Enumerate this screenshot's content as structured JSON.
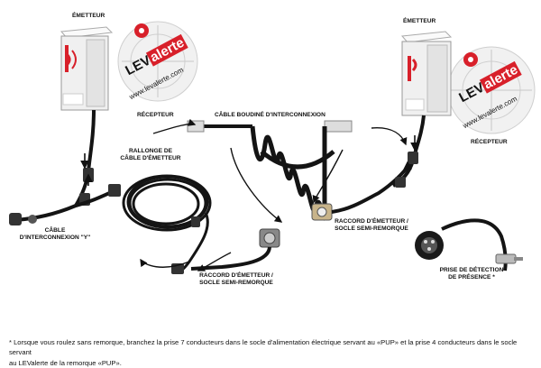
{
  "labels": {
    "emetteur_left": "ÉMETTEUR",
    "recepteur_left": "RÉCEPTEUR",
    "emetteur_right": "ÉMETTEUR",
    "recepteur_right": "RÉCEPTEUR",
    "cable_boudine": "CÂBLE BOUDINÉ D'INTERCONNEXION",
    "rallonge_line1": "RALLONGE DE",
    "rallonge_line2": "CÂBLE D'ÉMETTEUR",
    "cable_y_line1": "CÂBLE",
    "cable_y_line2": "D'INTERCONNEXION \"Y\"",
    "raccord_left_line1": "RACCORD D'ÉMETTEUR /",
    "raccord_left_line2": "SOCLE SEMI-REMORQUE",
    "raccord_right_line1": "RACCORD D'ÉMETTEUR /",
    "raccord_right_line2": "SOCLE SEMI-REMORQUE",
    "prise_line1": "PRISE DE DÉTECTION",
    "prise_line2": "DE PRÉSENCE *"
  },
  "logo": {
    "brand_prefix": "LEV",
    "brand_suffix": "alerte",
    "url": "www.levalerte.com"
  },
  "footnote": {
    "line1": "* Lorsque vous roulez sans remorque, branchez la prise 7 conducteurs dans le socle d'alimentation électrique servant au «PUP» et la prise 4 conducteurs dans le socle servant",
    "line2": "au LEValerte de la remorque «PUP»."
  },
  "colors": {
    "brand_red": "#d8202a",
    "cable": "#141414",
    "arrow_blue": "#1a3fae",
    "box": "#eeeeee"
  }
}
